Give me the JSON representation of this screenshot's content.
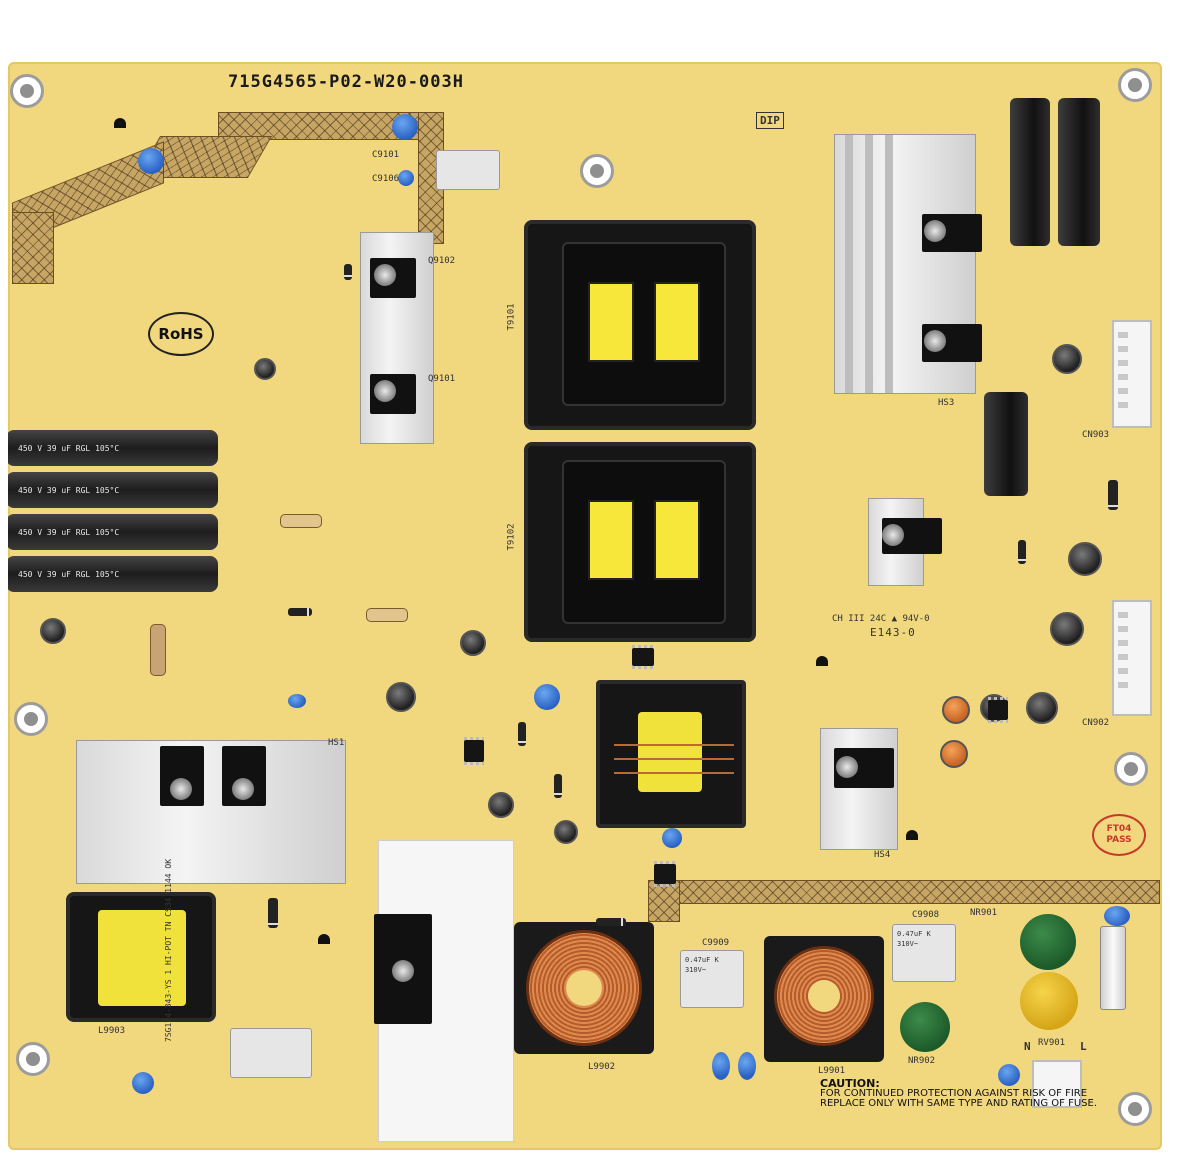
{
  "board": {
    "part_number": "715G4565-P02-W20-003H",
    "rohs": "RoHS",
    "dip_mark": "DIP",
    "ul_mark": "E143-0",
    "ul_rating": "CH III 24C ▲ 94V-0",
    "ft_stamp": "FT04 PASS",
    "line_marks": [
      "N",
      "L"
    ]
  },
  "capacitor_labels": [
    "450 V 39 uF RGL 105°C",
    "450 V 39 uF RGL 105°C",
    "450 V 39 uF RGL 105°C",
    "450 V 39 uF RGL 105°C"
  ],
  "xcaps": [
    {
      "ref": "C9908",
      "value": "0.47uF K 310V~"
    },
    {
      "ref": "C9909",
      "value": "0.47uF K 310V~"
    }
  ],
  "transformer_label": "7SG174-343-YS 1 HI-POT TN CS34 1144 OK",
  "refs": {
    "l9901": "L9901",
    "l9902": "L9902",
    "l9903": "L9903",
    "t9101": "T9101",
    "t9102": "T9102",
    "hs1": "HS1",
    "hs3": "HS3",
    "hs4": "HS4",
    "cn902": "CN902",
    "cn903": "CN903",
    "rv901": "RV901",
    "nr901": "NR901",
    "nr902": "NR902",
    "c9101": "C9101",
    "c9106": "C9106",
    "q9101": "Q9101",
    "q9102": "Q9102"
  },
  "caution": {
    "heading": "CAUTION:",
    "line1": "FOR CONTINUED PROTECTION AGAINST RISK OF FIRE",
    "line2": "REPLACE ONLY WITH SAME TYPE AND RATING OF FUSE."
  }
}
